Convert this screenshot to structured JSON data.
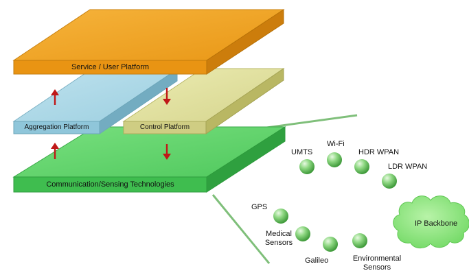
{
  "platforms": {
    "service_user": "Service / User  Platform",
    "aggregation": "Aggregation Platform",
    "control": "Control Platform",
    "communication": "Communication/Sensing  Technologies"
  },
  "nodes": {
    "umts": "UMTS",
    "wifi": "Wi-Fi",
    "hdr_wpan": "HDR WPAN",
    "ldr_wpan": "LDR WPAN",
    "gps": "GPS",
    "medical_line1": "Medical",
    "medical_line2": "Sensors",
    "galileo": "Galileo",
    "environmental_line1": "Environmental",
    "environmental_line2": "Sensors"
  },
  "cloud": {
    "label": "IP Backbone"
  },
  "colors": {
    "orange": "#f2a01e",
    "blue": "#a6d6e6",
    "yellow": "#dedd9a",
    "green": "#5fd16b",
    "sphere": "#7ccf6f",
    "cloud": "#8ee67e",
    "arrow": "#c01818"
  }
}
